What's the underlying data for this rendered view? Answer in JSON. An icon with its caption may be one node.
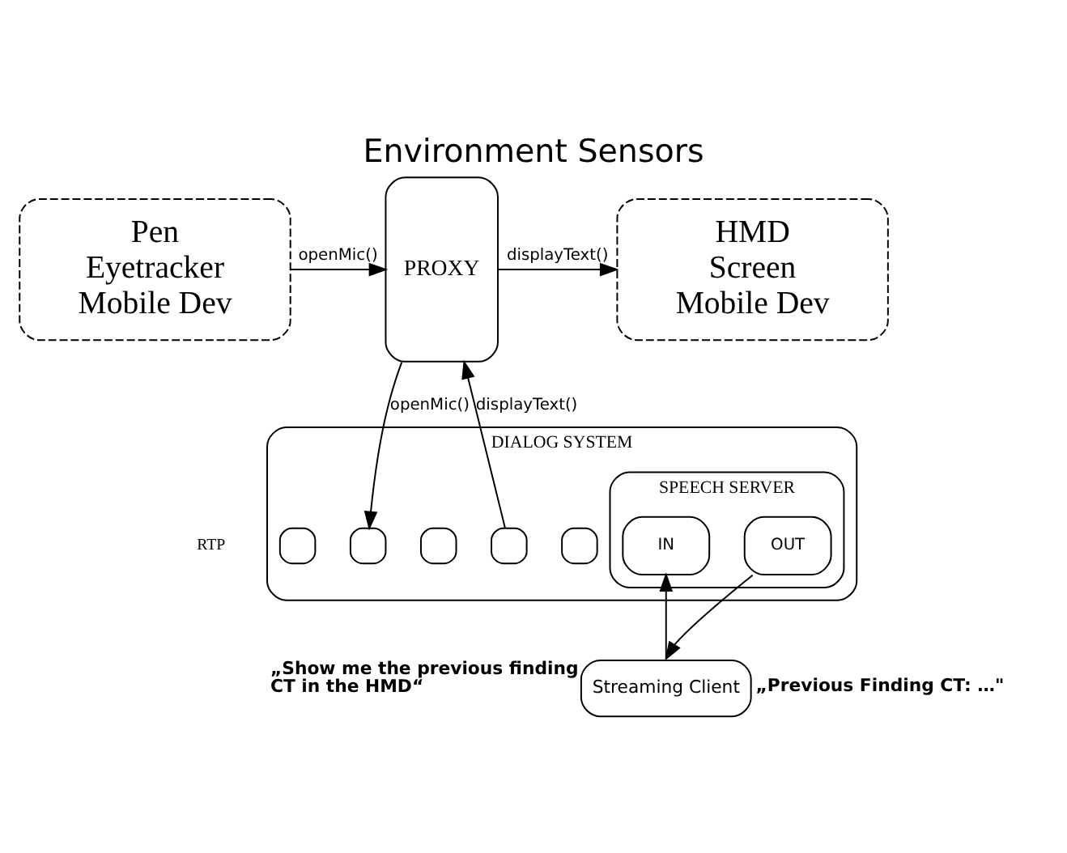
{
  "diagram": {
    "title": "Environment Sensors",
    "nodes": [
      {
        "text": [
          "Pen",
          "Eyetracker",
          "Mobile Dev"
        ]
      },
      {
        "text": [
          "PROXY"
        ]
      },
      {
        "text": [
          "HMD",
          "Screen",
          "Mobile Dev"
        ]
      },
      {
        "text": [
          "DIALOG SYSTEM"
        ]
      },
      {
        "text": [],
        "shape": "box",
        "in": 3
      },
      {
        "text": [],
        "shape": "box",
        "in": 3
      },
      {
        "text": [],
        "shape": "box",
        "in": 3
      },
      {
        "text": [],
        "shape": "box",
        "in": 3
      },
      {
        "text": [],
        "shape": "box",
        "in": 3
      },
      {
        "text": [
          "SPEECH SERVER"
        ],
        "in": 3
      },
      {
        "text": [
          "IN"
        ],
        "in": 9
      },
      {
        "text": [
          "OUT"
        ],
        "in": 9
      },
      {
        "text": [
          "Streaming Client"
        ],
        "beside": [
          "„Show me the previous finding CT in the HMD“",
          "„Previous Finding CT: …\""
        ]
      }
    ],
    "edges": [
      {
        "from": 0,
        "to": 1,
        "arrow": "to",
        "label": "openMic()"
      },
      {
        "from": 1,
        "to": 2,
        "arrow": "to",
        "label": "displayText()"
      },
      {
        "from": 1,
        "to": 5,
        "arrow": "to",
        "label": "openMic()"
      },
      {
        "from": 7,
        "to": 1,
        "arrow": "to",
        "label": "displayText()"
      },
      {
        "from": 12,
        "to": 10,
        "arrow": "to"
      },
      {
        "from": 11,
        "to": 12,
        "arrow": "to"
      }
    ],
    "labels": [
      "RTP"
    ]
  }
}
